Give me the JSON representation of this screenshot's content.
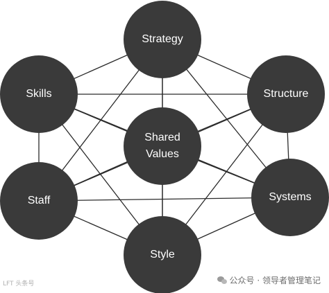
{
  "diagram": {
    "nodes": {
      "strategy": {
        "label": "Strategy"
      },
      "structure": {
        "label": "Structure"
      },
      "systems": {
        "label": "Systems"
      },
      "style": {
        "label": "Style"
      },
      "staff": {
        "label": "Staff"
      },
      "skills": {
        "label": "Skills"
      },
      "shared_values": {
        "lines": [
          "Shared",
          "Values"
        ]
      }
    }
  },
  "watermark": {
    "source": "公众号 · 领导者管理笔记",
    "corner_mark": "LFT 头条号"
  },
  "colors": {
    "node_fill": "#3a3a3a",
    "node_text": "#ffffff",
    "edge": "#2b2b2b",
    "background": "#ffffff"
  }
}
